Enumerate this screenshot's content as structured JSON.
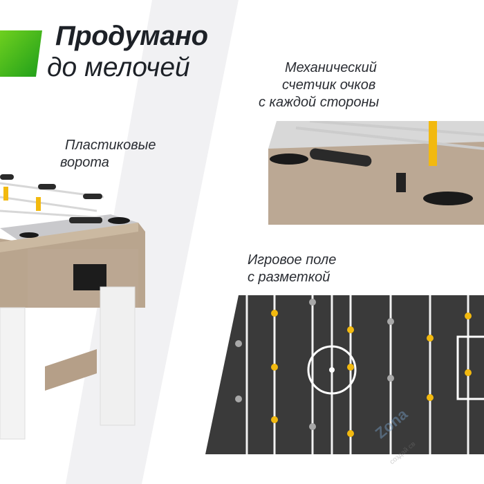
{
  "headline": {
    "line1": "Продумано",
    "line2": "до мелочей"
  },
  "captions": {
    "goals": [
      "Пластиковые",
      "ворота"
    ],
    "counter": [
      "Механический",
      "счетчик очков",
      "с каждой стороны"
    ],
    "field": [
      "Игровое поле",
      "с разметкой"
    ]
  },
  "watermark": {
    "brand": "Zona",
    "tagline": "создай св"
  },
  "colors": {
    "accent": "#3cb51a",
    "text": "#1d2127",
    "field": "#3a3a3a",
    "wood": "#b9a58e",
    "yellow": "#f2b90f"
  }
}
